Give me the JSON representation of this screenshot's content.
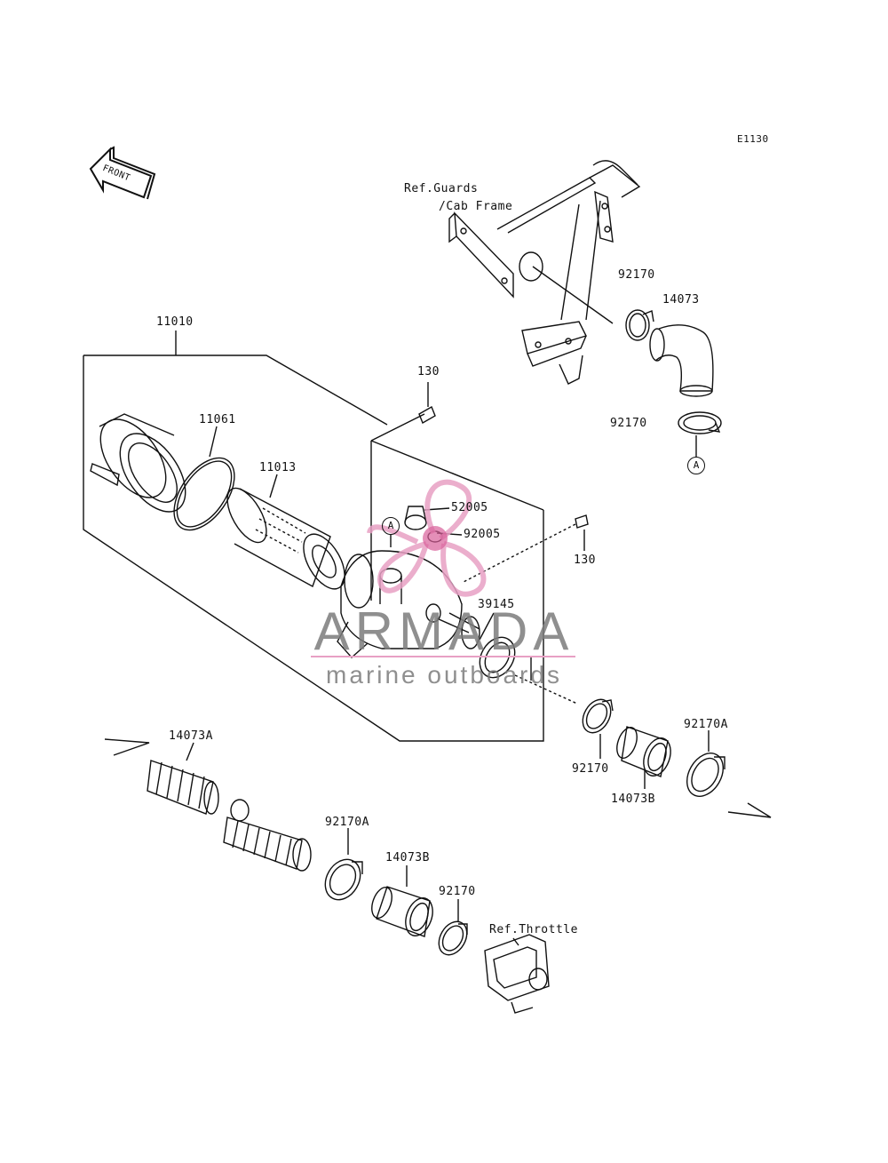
{
  "diagram": {
    "code": "E1130",
    "front_label": "FRONT",
    "labels": {
      "ref_guards": "Ref.Guards",
      "cab_frame": "/Cab Frame",
      "p92170_top": "92170",
      "p14073": "14073",
      "p92170_mid": "92170",
      "p11010": "11010",
      "p130_top": "130",
      "p11061": "11061",
      "p11013": "11013",
      "p52005": "52005",
      "p92005": "92005",
      "p130_right": "130",
      "p39145": "39145",
      "p14073A": "14073A",
      "p92170A_right": "92170A",
      "p92170_lower": "92170",
      "p14073B_right": "14073B",
      "p92170A_bottom": "92170A",
      "p14073B_bottom": "14073B",
      "p92170_bottom": "92170",
      "ref_throttle": "Ref.Throttle"
    },
    "marker_a": "A"
  },
  "watermark": {
    "title": "ARMADA",
    "subtitle": "marine outboards",
    "accent_color": "#e8a0c4"
  }
}
